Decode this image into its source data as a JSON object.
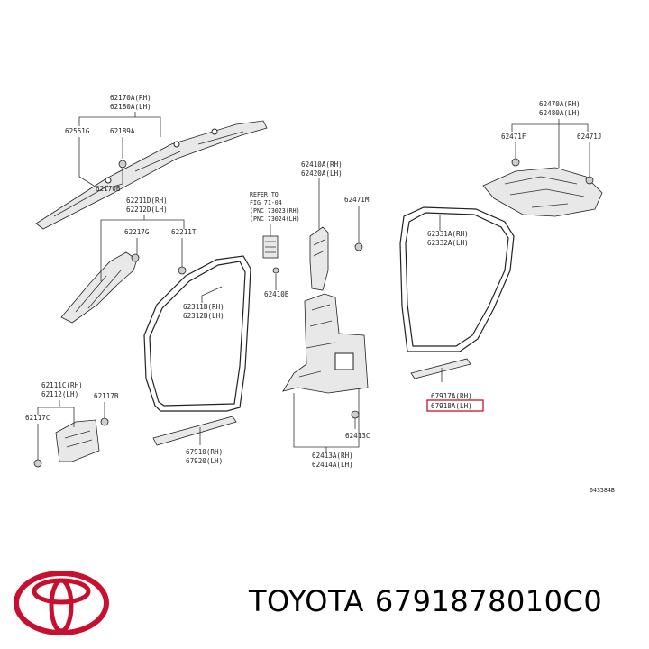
{
  "labels": {
    "p62170": [
      "62170A(RH)",
      "62180A(LH)"
    ],
    "p62551": "62551G",
    "p62189": "62189A",
    "p62170b": "62170B",
    "p62211": [
      "62211D(RH)",
      "62212D(LH)"
    ],
    "p62217": "62217G",
    "p62211t": "62211T",
    "p62410": [
      "62410A(RH)",
      "62420A(LH)"
    ],
    "ref": [
      "REFER TO",
      "FIG 71-04",
      "(PNC 73023(RH)",
      "(PNC 73024(LH)"
    ],
    "p62471m": "62471M",
    "p62410b": "62410B",
    "p62311": [
      "62311B(RH)",
      "62312B(LH)"
    ],
    "p62331": [
      "62331A(RH)",
      "62332A(LH)"
    ],
    "p62470": [
      "62470A(RH)",
      "62480A(LH)"
    ],
    "p62471f": "62471F",
    "p62471j": "62471J",
    "p62111": [
      "62111C(RH)",
      "62112(LH)"
    ],
    "p62117b": "62117B",
    "p62117c": "62117C",
    "p67910": [
      "67910(RH)",
      "67920(LH)"
    ],
    "p62413c": "62413C",
    "p62413": [
      "62413A(RH)",
      "62414A(LH)"
    ],
    "p67917": [
      "67917A(RH)",
      "67918A(LH)"
    ],
    "code": "643584B"
  },
  "footer": {
    "brand": "TOYOTA",
    "part_number": "6791878010C0"
  },
  "colors": {
    "logo_red": "#c8102e",
    "highlight_box": "#c8102e"
  }
}
